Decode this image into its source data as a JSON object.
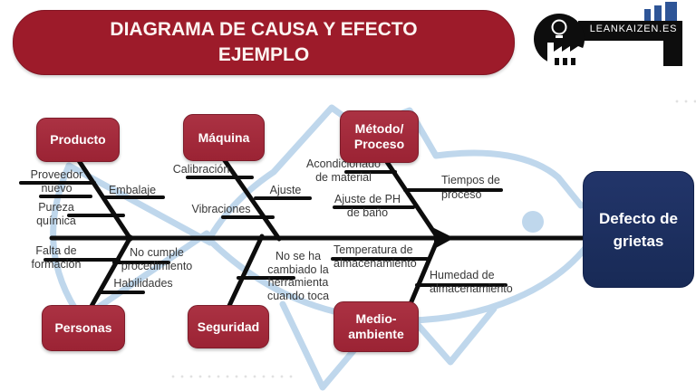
{
  "title": {
    "line1": "DIAGRAMA DE CAUSA Y EFECTO",
    "line2": "EJEMPLO"
  },
  "logo": {
    "brand": "LEANKAIZEN.ES"
  },
  "effect": {
    "label": "Defecto de\ngrietas"
  },
  "categories": {
    "producto": "Producto",
    "maquina": "Máquina",
    "metodo": "Método/\nProceso",
    "personas": "Personas",
    "seguridad": "Seguridad",
    "medio": "Medio-\nambiente"
  },
  "causes": {
    "proveedor_nuevo": "Proveedor\nnuevo",
    "embalaje": "Embalaje",
    "pureza_quimica": "Pureza\nquímica",
    "calibracion": "Calibración",
    "ajuste": "Ajuste",
    "vibraciones": "Vibraciones",
    "acondicionado": "Acondicionado\nde material",
    "ajuste_ph": "Ajuste de PH\nde baño",
    "tiempos": "Tiempos de\nproceso",
    "falta_formacion": "Falta de\nformación",
    "no_cumple": "No cumple\nprocedimiento",
    "habilidades": "Habilidades",
    "no_se_ha": "No se ha\ncambiado la\nherramienta\ncuando toca",
    "temperatura": "Temperatura de\nalmacenamiento",
    "humedad": "Humedad de\nalmacenamiento"
  },
  "colors": {
    "banner_red": "#9d1b2a",
    "category_red": "#a22b3c",
    "effect_navy": "#1c2e5e",
    "fish_light_blue": "#bfd7ec",
    "bone_black": "#0d0d0d",
    "cause_text": "#383838",
    "chimney_blue": "#2e5597"
  }
}
